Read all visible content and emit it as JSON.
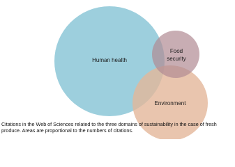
{
  "diagram": {
    "type": "proportional-venn",
    "circles": [
      {
        "id": "human",
        "label": "Human health",
        "color": "#8fc8d8"
      },
      {
        "id": "food",
        "label_lines": [
          "Food",
          "security"
        ],
        "color": "#c8a9ad"
      },
      {
        "id": "env",
        "label": "Environment",
        "color": "#e3b69a"
      }
    ]
  },
  "caption": "Citations in the Web of Sciences related to the three domains of sustainability in the case of fresh produce. Areas are proportional to the numbers of citations."
}
